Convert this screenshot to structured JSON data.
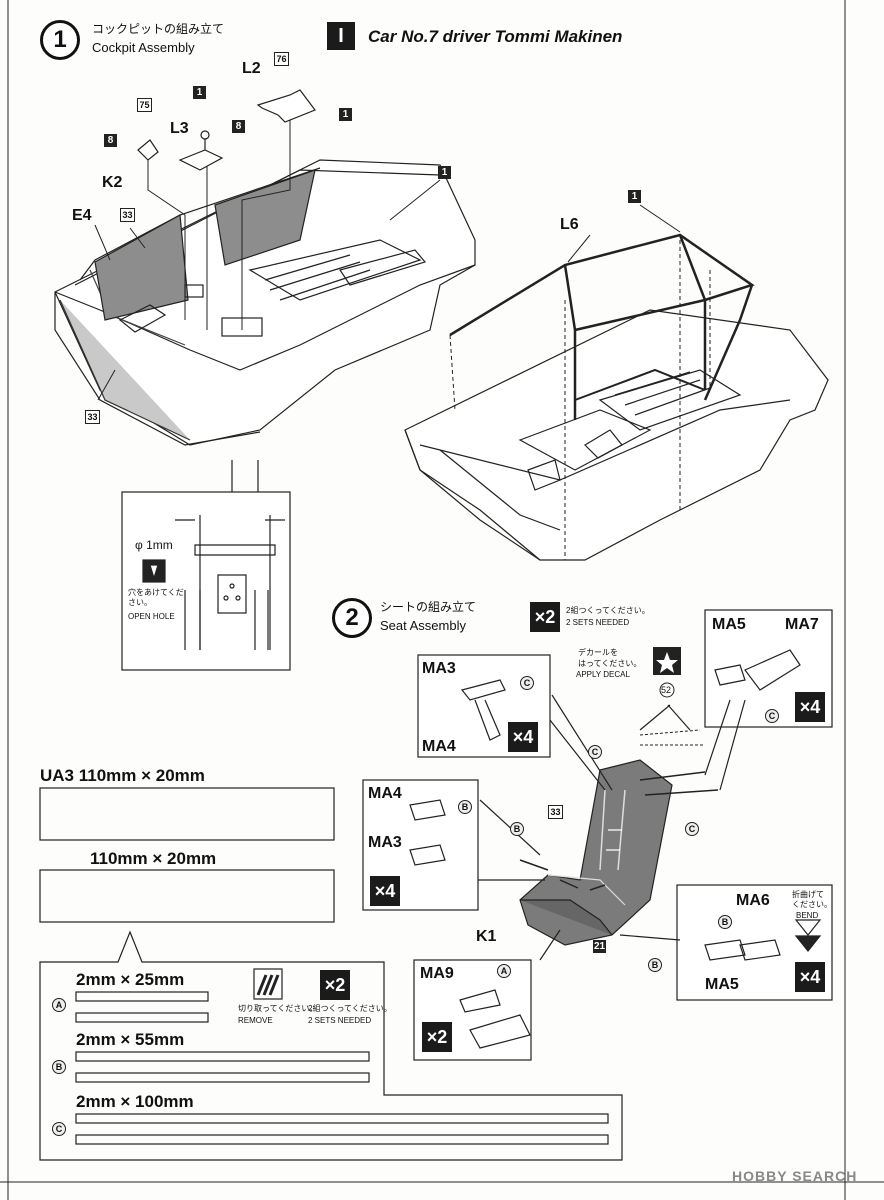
{
  "step1": {
    "number": "1",
    "title_jp": "コックピットの組み立て",
    "title_en": "Cockpit Assembly"
  },
  "car_note": {
    "symbol": "I",
    "text": "Car No.7 driver Tommi Makinen"
  },
  "parts1": {
    "l2": "L2",
    "n76": "76",
    "n1a": "1",
    "n1b": "1",
    "n75": "75",
    "n8a": "8",
    "n8b": "8",
    "l3": "L3",
    "k2": "K2",
    "e4": "E4",
    "n33a": "33",
    "n33b": "33",
    "n1c": "1",
    "l6": "L6",
    "n1d": "1"
  },
  "drill": {
    "size": "φ 1mm",
    "jp": "穴をあけてください。",
    "en": "OPEN HOLE"
  },
  "step2": {
    "number": "2",
    "title_jp": "シートの組み立て",
    "title_en": "Seat Assembly",
    "mult": "×2",
    "mult_jp": "2組つくってください。",
    "mult_en": "2 SETS NEEDED"
  },
  "decal": {
    "jp1": "デカールを",
    "jp2": "はってください。",
    "en": "APPLY DECAL",
    "num": "52"
  },
  "seat_parts": {
    "ma3": "MA3",
    "ma4": "MA4",
    "ma5": "MA5",
    "ma7": "MA7",
    "ma6": "MA6",
    "ma9": "MA9",
    "k1": "K1",
    "n33": "33",
    "n21": "21",
    "x4": "×4",
    "x2": "×2"
  },
  "bend": {
    "jp1": "折曲げて",
    "jp2": "ください。",
    "en": "BEND"
  },
  "labels": {
    "a": "A",
    "b": "B",
    "c": "C"
  },
  "templates": {
    "ua3": "UA3  110mm × 20mm",
    "second": "110mm × 20mm"
  },
  "straps": {
    "a": "2mm × 25mm",
    "b": "2mm × 55mm",
    "c": "2mm × 100mm",
    "remove_jp": "切り取ってください。",
    "remove_en": "REMOVE",
    "x2": "×2",
    "sets_jp": "2組つくってください。",
    "sets_en": "2 SETS NEEDED"
  },
  "watermark": "HOBBY SEARCH"
}
